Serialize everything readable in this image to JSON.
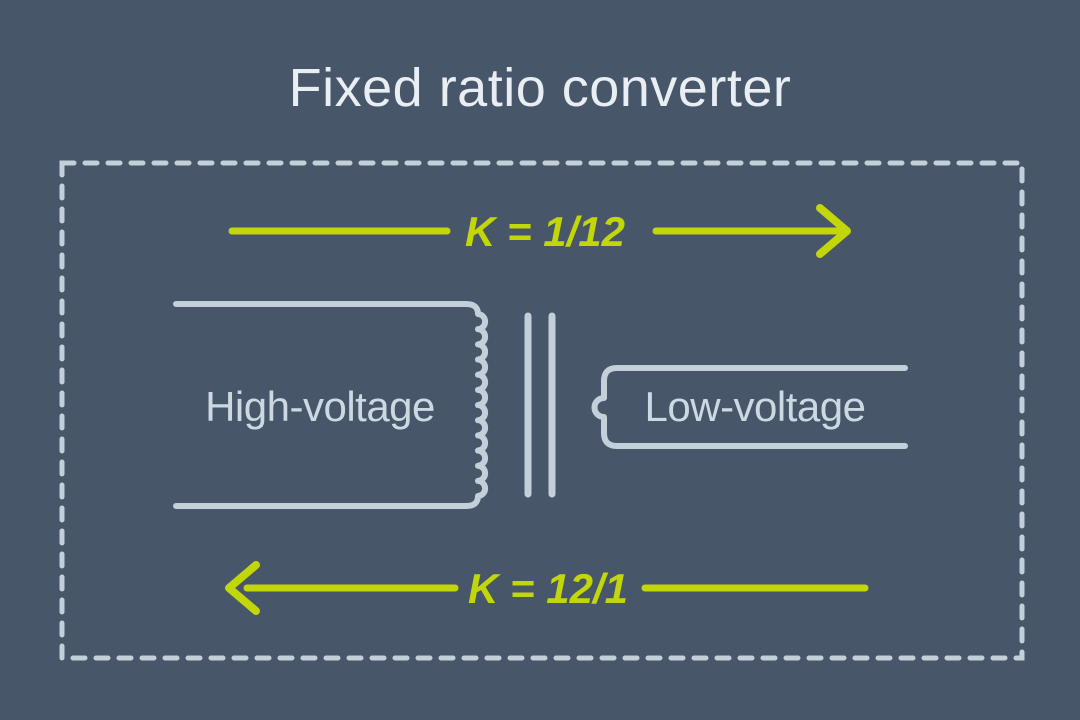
{
  "title": "Fixed ratio converter",
  "colors": {
    "background": "#475669",
    "line_light": "#c3cfd9",
    "accent_green": "#c3d60a",
    "title_text": "#e8eef3",
    "label_text": "#cdd9e2"
  },
  "diagram": {
    "top_arrow": {
      "label": "K = 1/12",
      "direction": "right"
    },
    "bottom_arrow": {
      "label": "K = 12/1",
      "direction": "left"
    },
    "transformer": {
      "primary_winding_label": "High-voltage",
      "secondary_winding_label": "Low-voltage"
    }
  }
}
